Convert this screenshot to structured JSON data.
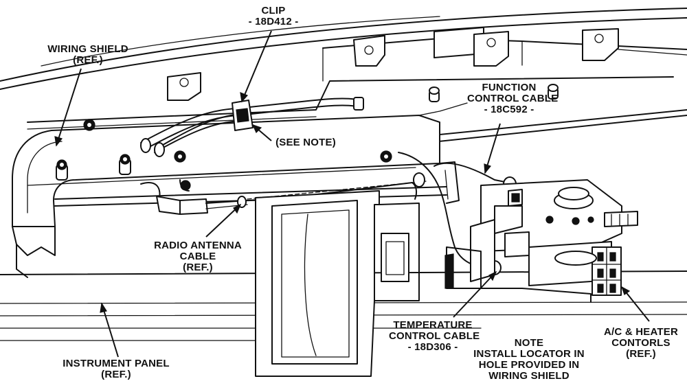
{
  "labels": {
    "clip": [
      "CLIP",
      "- 18D412 -"
    ],
    "wiring_shield": [
      "WIRING SHIELD",
      "(REF.)"
    ],
    "see_note": [
      "(SEE NOTE)"
    ],
    "function_cable": [
      "FUNCTION",
      "CONTROL CABLE",
      "- 18C592 -"
    ],
    "radio_antenna": [
      "RADIO ANTENNA",
      "CABLE",
      "(REF.)"
    ],
    "temperature_cable": [
      "TEMPERATURE",
      "CONTROL CABLE",
      "- 18D306 -"
    ],
    "note": [
      "NOTE",
      "INSTALL LOCATOR IN",
      "HOLE PROVIDED IN",
      "WIRING SHIELD"
    ],
    "ac_heater": [
      "A/C & HEATER",
      "CONTORLS",
      "(REF.)"
    ],
    "instrument_panel": [
      "INSTRUMENT PANEL",
      "(REF.)"
    ]
  }
}
